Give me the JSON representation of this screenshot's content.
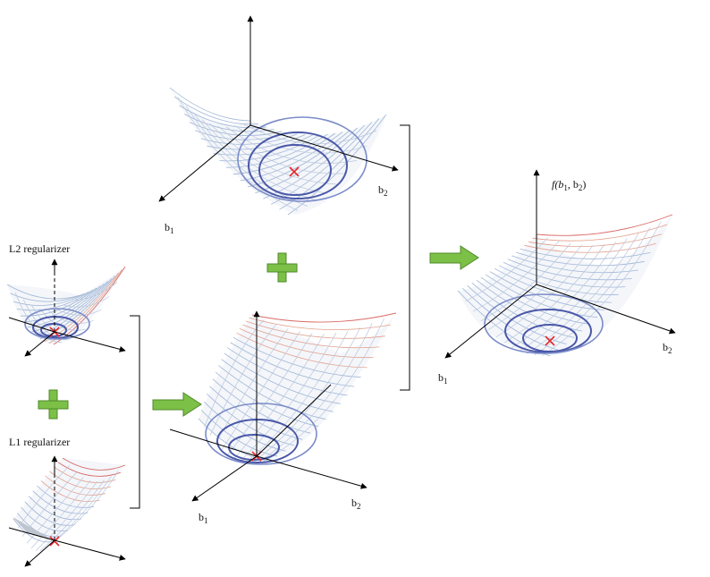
{
  "labels": {
    "l2_regularizer": "L2 regularizer",
    "l1_regularizer": "L1 regularizer",
    "b": "b",
    "sub1": "1",
    "sub2": "2",
    "f_open": "f(b",
    "f_comma": ", b",
    "f_close": ")"
  },
  "colors": {
    "accent_green": "#7cc047",
    "min_marker": "#e5262a",
    "contour": "#4a58a8"
  }
}
